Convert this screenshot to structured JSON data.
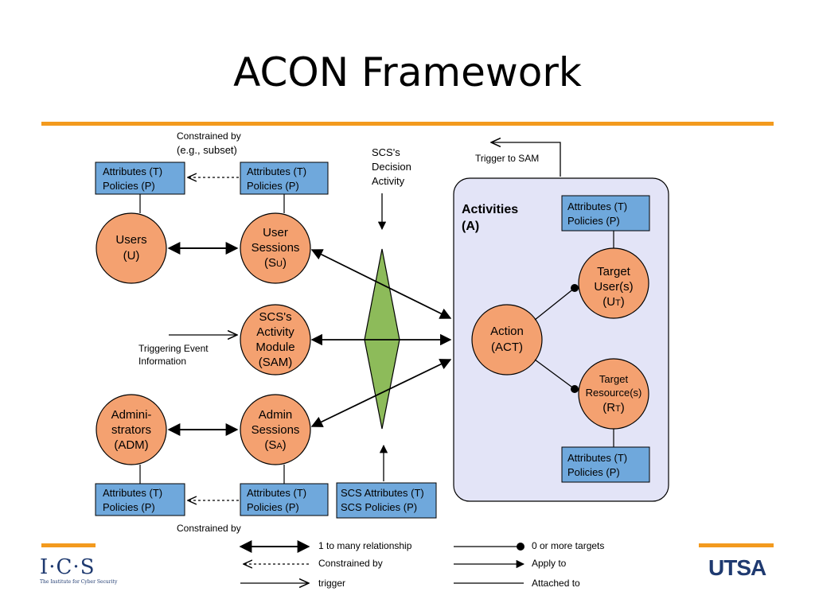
{
  "slide": {
    "title": "ACON Framework"
  },
  "diagram": {
    "boxes": {
      "users_attr": [
        "Attributes (T)",
        "Policies (P)"
      ],
      "usersess_attr": [
        "Attributes (T)",
        "Policies (P)"
      ],
      "adm_attr": [
        "Attributes (T)",
        "Policies (P)"
      ],
      "adminsess_attr": [
        "Attributes (T)",
        "Policies (P)"
      ],
      "scs_attr": [
        "SCS Attributes (T)",
        "SCS Policies (P)"
      ],
      "target_user_attr": [
        "Attributes (T)",
        "Policies (P)"
      ],
      "target_res_attr": [
        "Attributes (T)",
        "Policies (P)"
      ]
    },
    "nodes": {
      "users": [
        "Users",
        "(U)"
      ],
      "user_sessions": [
        "User",
        "Sessions",
        "(S",
        "U",
        ")"
      ],
      "sam": [
        "SCS's",
        "Activity",
        "Module",
        "(SAM)"
      ],
      "admins": [
        "Admini-",
        "strators",
        "(ADM)"
      ],
      "admin_sessions": [
        "Admin",
        "Sessions",
        "(S",
        "A",
        ")"
      ],
      "action": [
        "Action",
        "(ACT)"
      ],
      "target_user": [
        "Target",
        "User(s)",
        "(U",
        "T",
        ")"
      ],
      "target_resource": [
        "Target",
        "Resource(s)",
        "(R",
        "T",
        ")"
      ]
    },
    "labels": {
      "constrained_top": [
        "Constrained by",
        "(e.g., subset)"
      ],
      "constrained_bottom": "Constrained by",
      "decision": [
        "SCS's",
        "Decision",
        "Activity"
      ],
      "trigger_sam": "Trigger to SAM",
      "triggering_event": [
        "Triggering Event",
        "Information"
      ],
      "activities": [
        "Activities",
        "(A)"
      ]
    },
    "legend": [
      {
        "symbol": "double-arrow",
        "label": "1 to many relationship"
      },
      {
        "symbol": "dotted-arrow",
        "label": "Constrained by"
      },
      {
        "symbol": "open-arrow",
        "label": "trigger"
      },
      {
        "symbol": "dot-line",
        "label": "0 or more targets"
      },
      {
        "symbol": "solid-arrow",
        "label": "Apply to"
      },
      {
        "symbol": "plain-line",
        "label": "Attached to"
      }
    ]
  },
  "footer": {
    "left_logo_text": "I·C·S",
    "left_logo_subtitle": "The Institute for Cyber Security",
    "right_logo_text": "UTSA"
  },
  "colors": {
    "accent_bar": "#f39a1e",
    "node_fill": "#f4a170",
    "box_fill": "#6fa8dc",
    "activities_fill": "#e3e4f7",
    "diamond_fill": "#8dbb5a"
  }
}
